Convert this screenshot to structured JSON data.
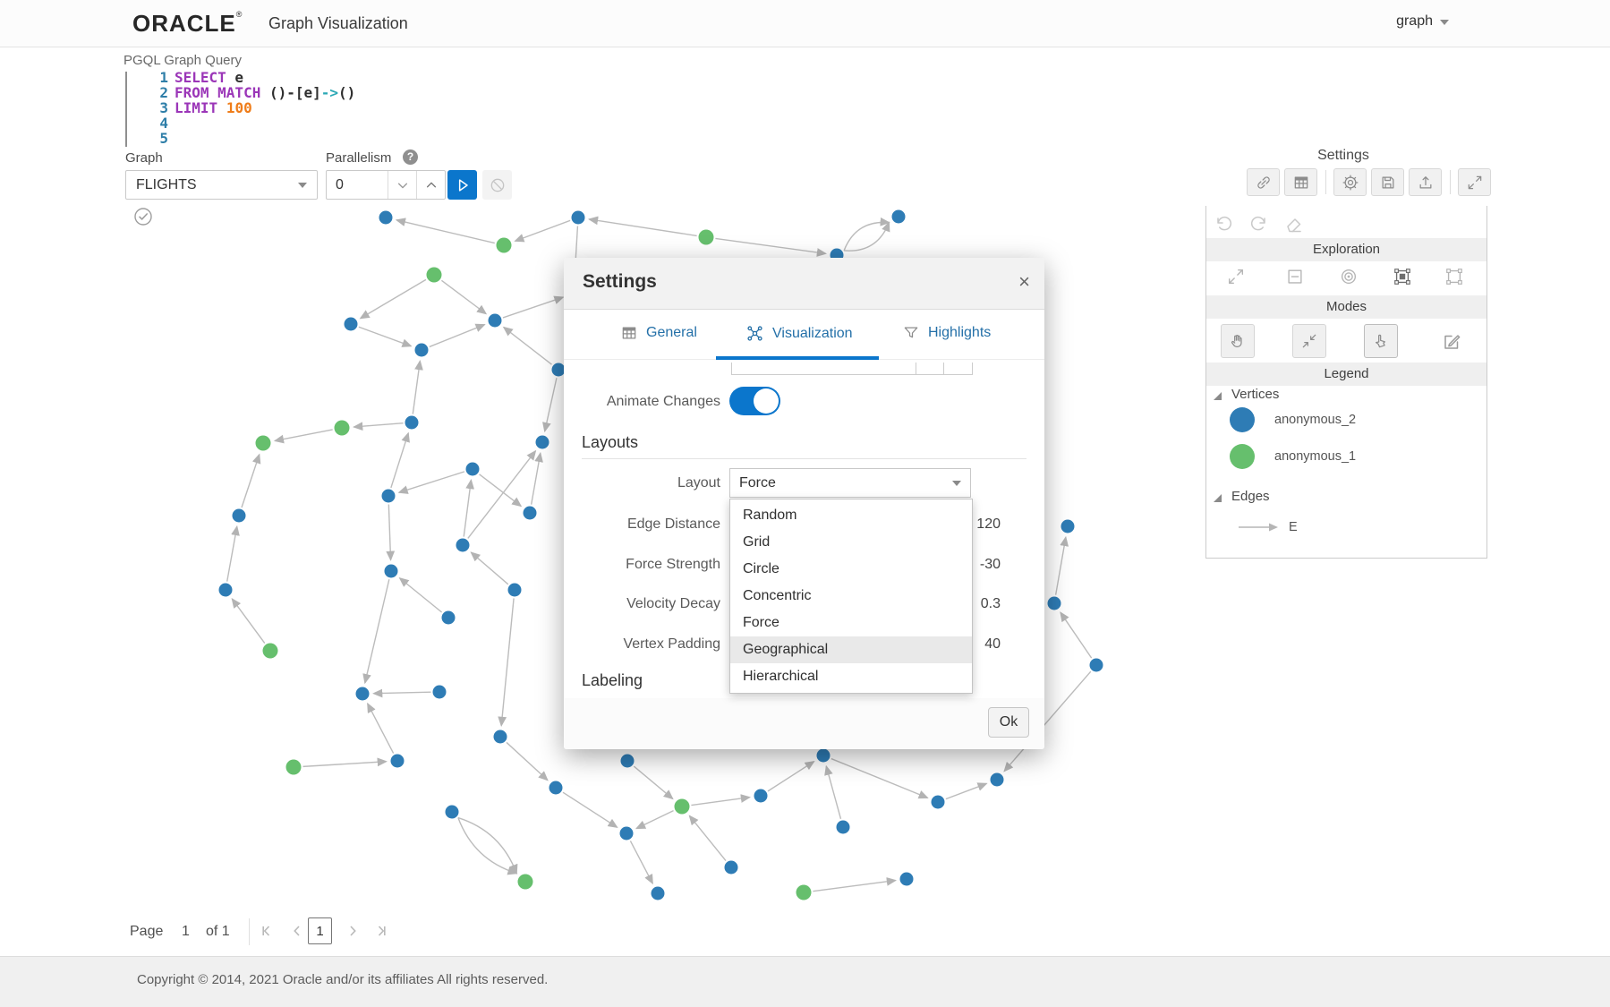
{
  "topbar": {
    "logo": "ORACLE",
    "logo_registered": "®",
    "title": "Graph Visualization",
    "user_menu": "graph"
  },
  "query": {
    "label": "PGQL Graph Query",
    "lines": [
      {
        "num": "1",
        "tokens": [
          {
            "t": "kw",
            "s": "SELECT"
          },
          {
            "t": "pl",
            "s": " e"
          }
        ]
      },
      {
        "num": "2",
        "tokens": [
          {
            "t": "kw",
            "s": "FROM MATCH"
          },
          {
            "t": "pl",
            "s": " ()-[e]"
          },
          {
            "t": "op",
            "s": "->"
          },
          {
            "t": "pl",
            "s": "()"
          }
        ]
      },
      {
        "num": "3",
        "tokens": [
          {
            "t": "kw",
            "s": "LIMIT"
          },
          {
            "t": "pl",
            "s": " "
          },
          {
            "t": "nm",
            "s": "100"
          }
        ]
      },
      {
        "num": "4",
        "tokens": []
      },
      {
        "num": "5",
        "tokens": []
      }
    ]
  },
  "controls": {
    "graph_label": "Graph",
    "graph_value": "FLIGHTS",
    "parallelism_label": "Parallelism",
    "help_glyph": "?",
    "parallelism_value": "0"
  },
  "modal": {
    "title": "Settings",
    "close_glyph": "×",
    "tabs": [
      {
        "label": "General"
      },
      {
        "label": "Visualization"
      },
      {
        "label": "Highlights"
      }
    ],
    "active_tab": "Visualization",
    "animate_label": "Animate Changes",
    "animate_on": true,
    "layouts_heading": "Layouts",
    "layout_label": "Layout",
    "layout_value": "Force",
    "layout_options": [
      "Random",
      "Grid",
      "Circle",
      "Concentric",
      "Force",
      "Geographical",
      "Hierarchical"
    ],
    "highlighted_option": "Geographical",
    "rows": [
      {
        "label": "Edge Distance",
        "value": "120"
      },
      {
        "label": "Force Strength",
        "value": "-30"
      },
      {
        "label": "Velocity Decay",
        "value": "0.3"
      },
      {
        "label": "Vertex Padding",
        "value": "40"
      }
    ],
    "labeling_heading": "Labeling",
    "ok_label": "Ok"
  },
  "panel": {
    "title": "Settings",
    "exploration_heading": "Exploration",
    "modes_heading": "Modes",
    "legend_heading": "Legend",
    "legend": {
      "vertices_label": "Vertices",
      "vertex_items": [
        {
          "label": "anonymous_2",
          "color": "#2e7cb5"
        },
        {
          "label": "anonymous_1",
          "color": "#66bf6d"
        }
      ],
      "edges_label": "Edges",
      "edge_items": [
        {
          "label": "E"
        }
      ]
    }
  },
  "pagination": {
    "page_label": "Page",
    "current": "1",
    "of_label": "of 1",
    "boxed_page": "1"
  },
  "footer": {
    "copyright": "Copyright © 2014, 2021 Oracle and/or its affiliates All rights reserved."
  },
  "graph": {
    "node_colors": {
      "b": "#2e7cb5",
      "g": "#66bf6d"
    },
    "edge_color": "#bcbcbc",
    "nodes": [
      [
        431,
        243,
        "b"
      ],
      [
        646,
        243,
        "b"
      ],
      [
        1004,
        242,
        "b"
      ],
      [
        789,
        265,
        "g"
      ],
      [
        563,
        274,
        "g"
      ],
      [
        485,
        307,
        "g"
      ],
      [
        392,
        362,
        "b"
      ],
      [
        553,
        358,
        "b"
      ],
      [
        471,
        391,
        "b"
      ],
      [
        624,
        413,
        "b"
      ],
      [
        460,
        472,
        "b"
      ],
      [
        606,
        494,
        "b"
      ],
      [
        382,
        478,
        "g"
      ],
      [
        294,
        495,
        "g"
      ],
      [
        528,
        524,
        "b"
      ],
      [
        267,
        576,
        "b"
      ],
      [
        592,
        573,
        "b"
      ],
      [
        434,
        554,
        "b"
      ],
      [
        517,
        609,
        "b"
      ],
      [
        437,
        638,
        "b"
      ],
      [
        252,
        659,
        "b"
      ],
      [
        575,
        659,
        "b"
      ],
      [
        501,
        690,
        "b"
      ],
      [
        302,
        727,
        "g"
      ],
      [
        405,
        775,
        "b"
      ],
      [
        491,
        773,
        "b"
      ],
      [
        559,
        823,
        "b"
      ],
      [
        328,
        857,
        "g"
      ],
      [
        444,
        850,
        "b"
      ],
      [
        621,
        880,
        "b"
      ],
      [
        701,
        850,
        "b"
      ],
      [
        505,
        907,
        "b"
      ],
      [
        700,
        931,
        "b"
      ],
      [
        920,
        844,
        "b"
      ],
      [
        850,
        889,
        "b"
      ],
      [
        762,
        901,
        "g"
      ],
      [
        817,
        969,
        "b"
      ],
      [
        942,
        924,
        "b"
      ],
      [
        735,
        998,
        "b"
      ],
      [
        898,
        997,
        "g"
      ],
      [
        1013,
        982,
        "b"
      ],
      [
        1048,
        896,
        "b"
      ],
      [
        1114,
        871,
        "b"
      ],
      [
        1193,
        588,
        "b"
      ],
      [
        1178,
        674,
        "b"
      ],
      [
        1225,
        743,
        "b"
      ],
      [
        641,
        328,
        "b"
      ],
      [
        587,
        985,
        "g"
      ],
      [
        935,
        285,
        "b"
      ]
    ],
    "edges": [
      [
        4,
        0
      ],
      [
        1,
        4
      ],
      [
        3,
        1
      ],
      [
        3,
        48
      ],
      [
        5,
        6
      ],
      [
        5,
        7
      ],
      [
        7,
        46
      ],
      [
        1,
        46
      ],
      [
        6,
        8
      ],
      [
        8,
        7
      ],
      [
        9,
        7
      ],
      [
        9,
        11
      ],
      [
        10,
        8
      ],
      [
        10,
        12
      ],
      [
        12,
        13
      ],
      [
        15,
        13
      ],
      [
        20,
        15
      ],
      [
        17,
        10
      ],
      [
        14,
        16
      ],
      [
        16,
        11
      ],
      [
        14,
        17
      ],
      [
        17,
        19
      ],
      [
        19,
        24
      ],
      [
        23,
        20
      ],
      [
        25,
        24
      ],
      [
        18,
        14
      ],
      [
        21,
        18
      ],
      [
        22,
        19
      ],
      [
        26,
        29
      ],
      [
        27,
        28
      ],
      [
        28,
        24
      ],
      [
        29,
        32
      ],
      [
        35,
        32
      ],
      [
        35,
        34
      ],
      [
        36,
        35
      ],
      [
        34,
        33
      ],
      [
        37,
        33
      ],
      [
        39,
        40
      ],
      [
        41,
        42
      ],
      [
        45,
        42
      ],
      [
        44,
        43
      ],
      [
        45,
        44
      ],
      [
        32,
        38
      ],
      [
        30,
        35
      ],
      [
        33,
        41
      ],
      [
        21,
        26
      ],
      [
        18,
        11
      ],
      [
        48,
        2,
        1
      ],
      [
        48,
        2,
        -1
      ],
      [
        31,
        47,
        1
      ],
      [
        31,
        47,
        -1
      ]
    ]
  }
}
